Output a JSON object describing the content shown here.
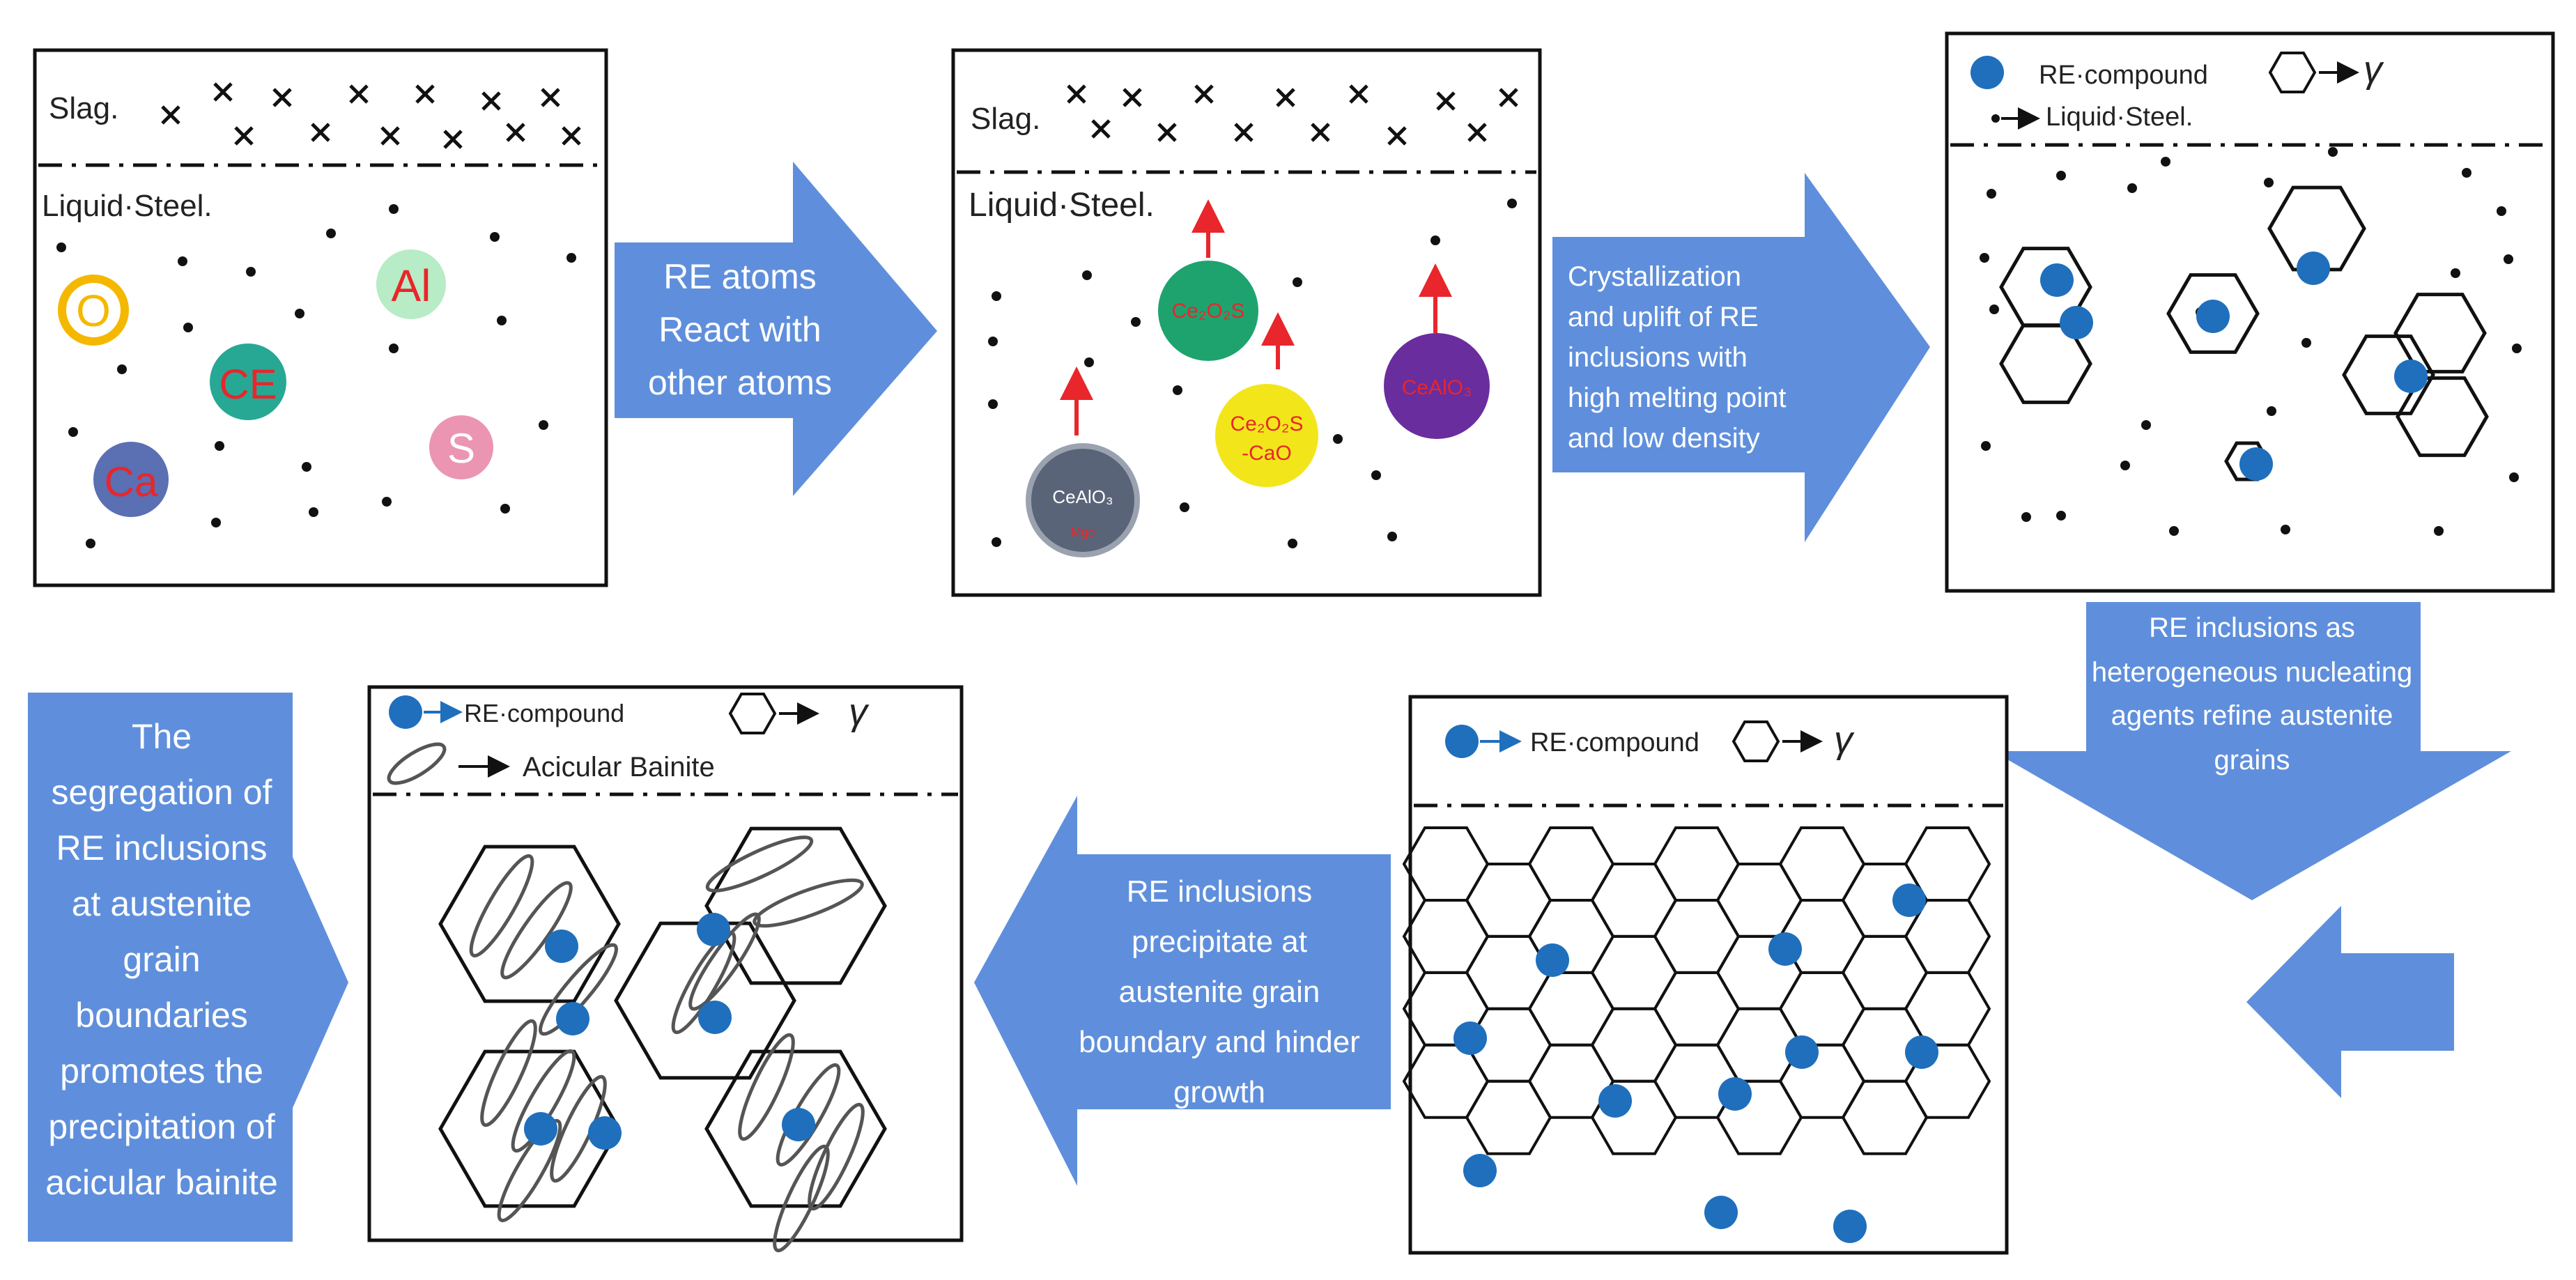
{
  "panel1": {
    "slag_label": "Slag.",
    "liquid_label": "Liquid·Steel.",
    "atoms": [
      {
        "label": "O",
        "fill": "#ffffff",
        "ring": "#f5b800",
        "text_color": "#f5b800"
      },
      {
        "label": "Al",
        "fill": "#b7ecc6",
        "text_color": "#e8262b"
      },
      {
        "label": "CE",
        "fill": "#27a894",
        "text_color": "#e8262b"
      },
      {
        "label": "S",
        "fill": "#eb95b3",
        "text_color": "#ffffff"
      },
      {
        "label": "Ca",
        "fill": "#5b6fb3",
        "text_color": "#e8262b"
      }
    ]
  },
  "arrow1": {
    "lines": [
      "RE atoms",
      "React with",
      "other atoms"
    ]
  },
  "panel2": {
    "slag_label": "Slag.",
    "liquid_label": "Liquid·Steel.",
    "compounds": [
      {
        "label": "Ce₂O₂S",
        "fill": "#1ea36f",
        "text_color": "#e8262b"
      },
      {
        "label": "Ce₂O₂S",
        "label2": "-CaO",
        "fill": "#f2e61a",
        "text_color": "#e8262b"
      },
      {
        "label": "CeAlO₃",
        "fill": "#6a2d9e",
        "text_color": "#e8262b"
      },
      {
        "label": "CeAlO₃",
        "label2": "Mgo",
        "fill": "#5a6479",
        "ring": "#9aa2b0",
        "text_color": "#ffffff"
      }
    ]
  },
  "arrow2": {
    "lines": [
      "Crystallization",
      "and uplift of RE",
      "inclusions with",
      "high melting point",
      "and low density"
    ]
  },
  "panel3": {
    "legend_re": "RE·compound",
    "legend_gamma": "γ",
    "legend_liquid": "Liquid·Steel."
  },
  "arrow3": {
    "lines": [
      "RE inclusions as",
      "heterogeneous nucleating",
      "agents refine austenite",
      "grains"
    ]
  },
  "panel4": {
    "legend_re": "RE·compound",
    "legend_gamma": "γ"
  },
  "arrow5": {
    "lines": [
      "RE inclusions",
      "precipitate at",
      "austenite grain",
      "boundary and hinder",
      "growth"
    ]
  },
  "panel5": {
    "legend_re": "RE·compound",
    "legend_gamma": "γ",
    "legend_bainite": "Acicular Bainite"
  },
  "arrow6": {
    "lines": [
      "The",
      "segregation of",
      "RE inclusions",
      "at austenite",
      "grain",
      "boundaries",
      "promotes the",
      "precipitation of",
      "acicular bainite"
    ]
  },
  "colors": {
    "arrow_fill": "#5f8fdc",
    "arrow_text": "#ffffff",
    "re_dot": "#1f6fbd",
    "red_arrow": "#e8262b"
  }
}
